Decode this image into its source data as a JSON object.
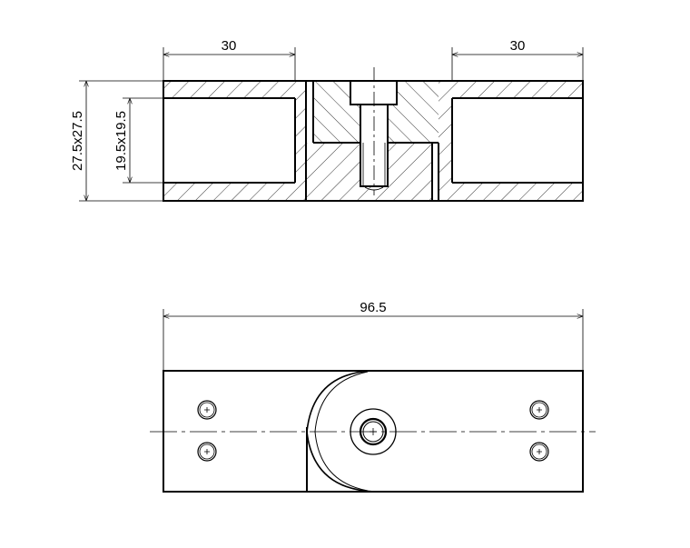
{
  "drawing": {
    "section_view": {
      "dim_left_length": "30",
      "dim_right_length": "30",
      "dim_outer_section": "27.5x27.5",
      "dim_inner_section": "19.5x19.5"
    },
    "plan_view": {
      "dim_total_length": "96.5"
    },
    "colors": {
      "line": "#000000",
      "background": "#ffffff"
    }
  }
}
